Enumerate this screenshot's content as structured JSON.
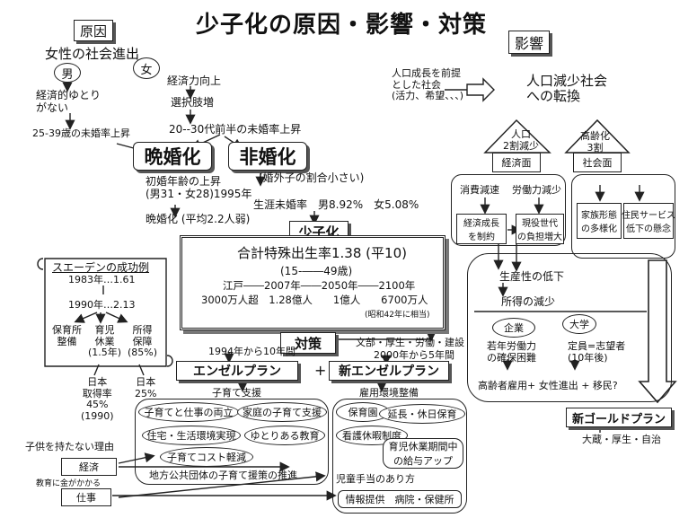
{
  "title": "少子化の原因・影響・対策",
  "labels": {
    "causes": "原因",
    "effects": "影響",
    "measures": "対策"
  },
  "causes": {
    "women_society": "女性の社会進出",
    "male": "男",
    "female": "女",
    "econ_comfort": "経済的ゆとり\nがない",
    "econ_up": "経済力向上",
    "choices_up": "選択肢増",
    "age25_39": "25-39歳の未婚率上昇",
    "age20_30": "20--30代前半の未婚率上昇",
    "late_marriage": "晩婚化",
    "non_marriage": "非婚化",
    "first_marriage": "初婚年齢の上昇\n(男31・女28)1995年",
    "late_child": "晩婚化 (平均2.2人弱)",
    "outside_children": "(婚外子の割合小さい)",
    "lifetime_unmarried": "生涯未婚率　男8.92%　女5.08%"
  },
  "core": {
    "label": "少子化",
    "tfr": "合計特殊出生率1.38 (平10)",
    "age_range": "(15-――49歳)",
    "timeline": "江戸――2007年――2050年――2100年",
    "population": "3000万人超　1.28億人　　1億人　　6700万人",
    "note": "(昭和42年に相当)"
  },
  "sweden": {
    "title": "スエーデンの成功例",
    "y1983": "1983年…1.61",
    "y1990": "1990年…2.13",
    "items": [
      "保育所\n整備",
      "育児\n休業\n(1.5年)",
      "所得\n保障\n(85%)"
    ],
    "japan_rate": "日本\n取得率\n45%\n(1990)",
    "japan_pct": "日本\n25%"
  },
  "effects": {
    "premise": "人口成長を前提\nとした社会\n(活力、希望、、、)",
    "transition": "人口減少社会\nへの転換",
    "pop_decline": "人口\n2割減少",
    "aging": "高齢化\n3割",
    "economy": "経済面",
    "society": "社会面",
    "consumption": "消費減速",
    "labor": "労働力減少",
    "growth_limit": "経済成長\nを制約",
    "burden": "現役世代\nの負担増大",
    "family": "家族形態\nの多様化",
    "service": "住民サービス\n低下の懸念",
    "productivity": "生産性の低下",
    "income": "所得の減少",
    "company": "企業",
    "university": "大学",
    "young_labor": "若年労働力\nの確保困難",
    "capacity": "定員=志望者\n(10年後)",
    "elderly": "高齢者雇用+ 女性進出 + 移民?"
  },
  "measures": {
    "angel_since": "1994年から10年間",
    "ministries": "文部・厚生・労働・建設",
    "new_since": "2000年から5年間",
    "angel": "エンゼルプラン",
    "plus": "+",
    "new_angel": "新エンゼルプラン",
    "childcare_support": "子育て支援",
    "employment": "雇用環境整備",
    "work_life": "子育てと仕事の両立",
    "home_childcare": "家庭の子育て支援",
    "housing": "住宅・生活環境実現",
    "education": "ゆとりある教育",
    "cost_reduce": "子育てコスト軽減",
    "local_gov": "地方公共団体の子育て援策の推進",
    "nursery": "保育園",
    "extended": "延長・休日保育",
    "nursing_leave": "看護休暇制度",
    "leave_pay": "育児休業期間中\nの給与アップ",
    "allowance": "児童手当のあり方",
    "info": "情報提供　病院・保健所",
    "reasons_title": "子供を持たない理由",
    "economy": "経済",
    "economy_note": "教育に金がかかる",
    "work": "仕事",
    "new_gold": "新ゴールドプラン",
    "gold_ministries": "大蔵・厚生・自治"
  }
}
